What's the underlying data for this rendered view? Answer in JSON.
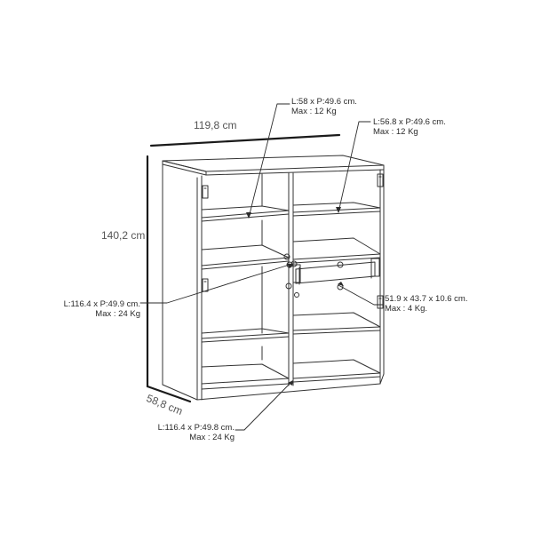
{
  "dimensions": {
    "width": "119,8 cm",
    "height": "140,2 cm",
    "depth": "58,8 cm"
  },
  "callouts": {
    "shelf_top_left": {
      "size": "L:58 x P:49.6 cm.",
      "max": "Max : 12 Kg"
    },
    "shelf_top_right": {
      "size": "L:56.8 x P:49.6 cm.",
      "max": "Max : 12 Kg"
    },
    "shelf_middle": {
      "size": "L:116.4 x P:49.9 cm.",
      "max": "Max : 24 Kg"
    },
    "drawer": {
      "size": "51.9 x 43.7 x 10.6 cm.",
      "max": "Max : 4 Kg."
    },
    "shelf_bottom": {
      "size": "L:116.4 x P:49.8 cm.",
      "max": "Max : 24 Kg"
    }
  },
  "colors": {
    "line": "#333333",
    "dimension": "#1a1a1a",
    "text": "#2b2b2b"
  }
}
